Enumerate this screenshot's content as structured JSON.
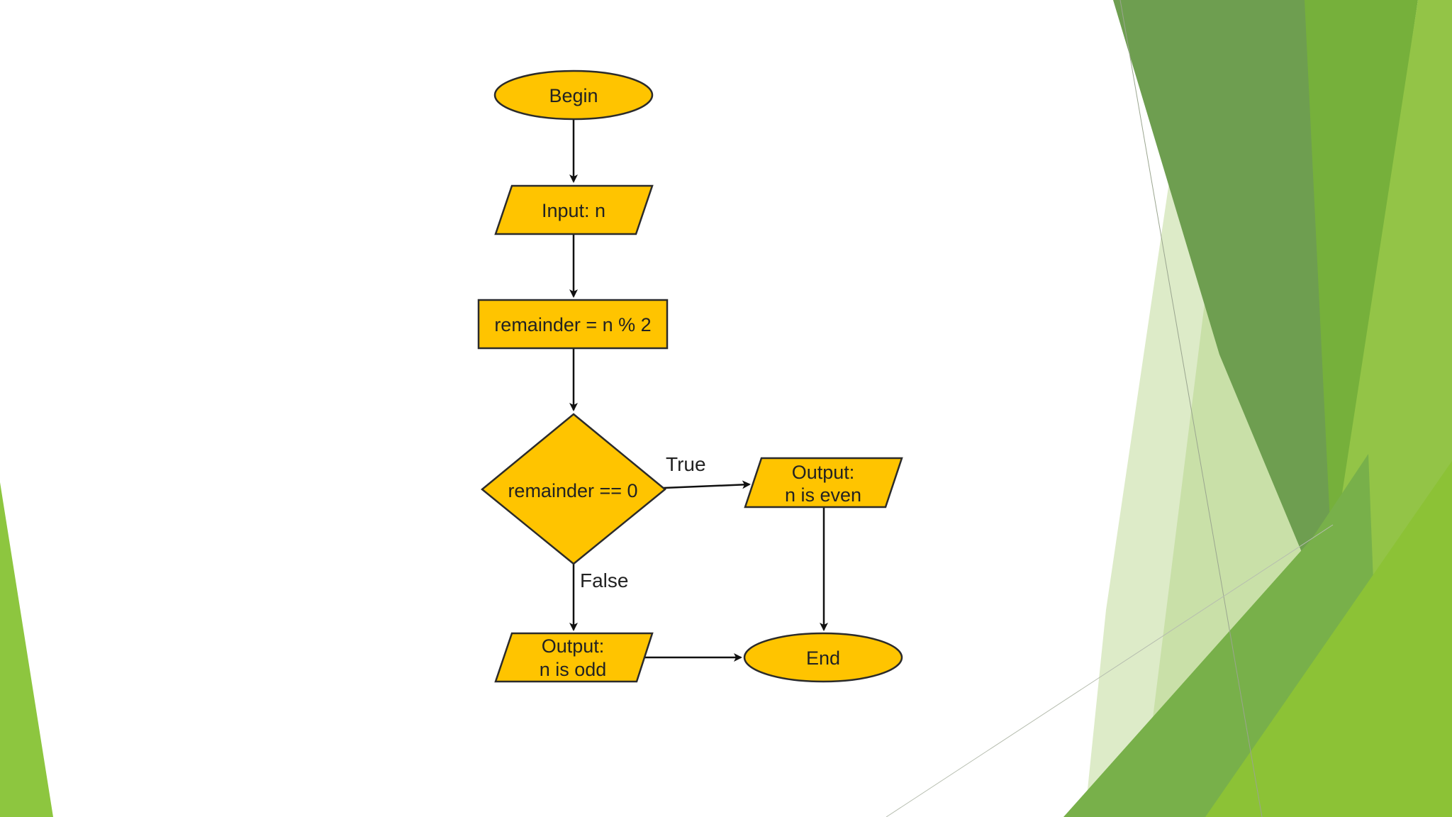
{
  "flowchart": {
    "nodes": {
      "begin": "Begin",
      "input": "Input: n",
      "compute": "remainder = n % 2",
      "decision": "remainder == 0",
      "output_even_line1": "Output:",
      "output_even_line2": "n is even",
      "output_odd_line1": "Output:",
      "output_odd_line2": "n is odd",
      "end": "End"
    },
    "edges": {
      "true_label": "True",
      "false_label": "False"
    }
  },
  "colors": {
    "node_fill": "#FFC400",
    "node_stroke": "#2b2b2b",
    "accent_green": "#8DC63F",
    "dark_green": "#5E9A3A"
  }
}
